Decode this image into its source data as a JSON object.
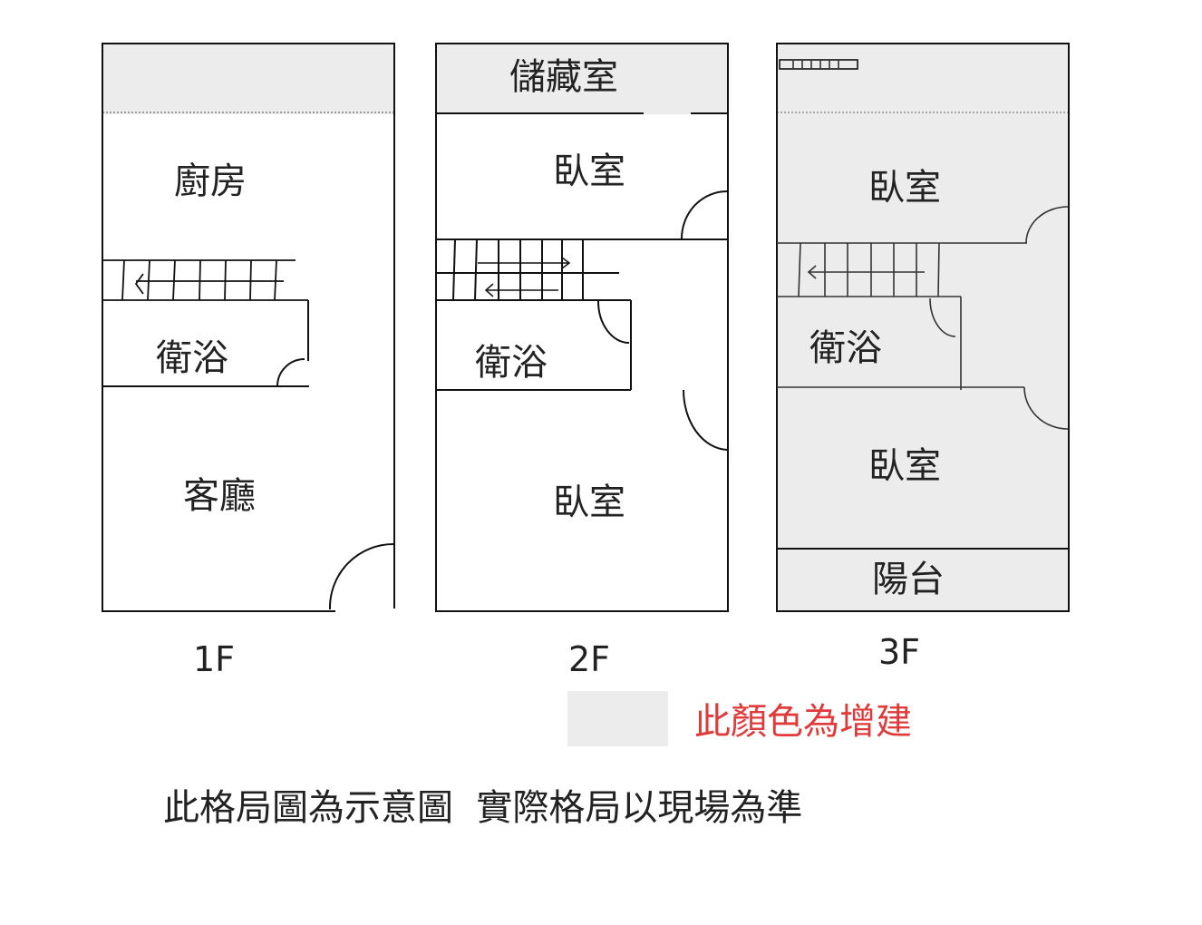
{
  "colors": {
    "addition_fill": "#ececec",
    "wall": "#111111",
    "legend_text": "#e03a3a"
  },
  "floors": [
    {
      "label": "1F",
      "rooms": {
        "kitchen": "廚房",
        "bathroom": "衛浴",
        "living_room": "客廳"
      }
    },
    {
      "label": "2F",
      "rooms": {
        "storage": "儲藏室",
        "bedroom_top": "臥室",
        "bathroom": "衛浴",
        "bedroom_bottom": "臥室"
      }
    },
    {
      "label": "3F",
      "rooms": {
        "bedroom_top": "臥室",
        "bathroom": "衛浴",
        "bedroom_bottom": "臥室",
        "balcony": "陽台"
      }
    }
  ],
  "legend": {
    "text": "此顏色為增建"
  },
  "note": "此格局圖為示意圖  實際格局以現場為準"
}
